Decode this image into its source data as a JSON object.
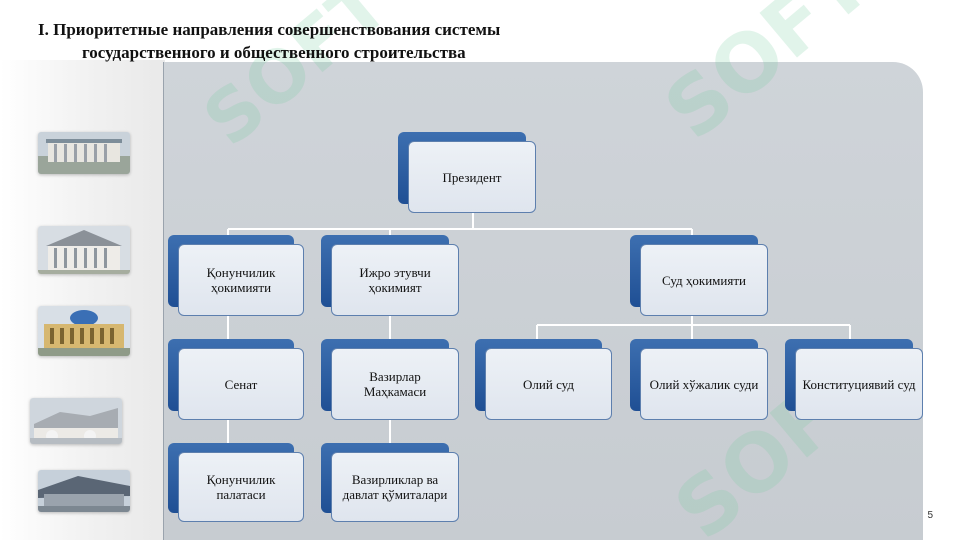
{
  "title": {
    "line1": "I. Приоритетные направления совершенствования системы",
    "line2": "государственного и общественного строительства"
  },
  "watermark": "SOFT",
  "nodes": {
    "president": "Президент",
    "legislative": "Қонунчилик ҳокимияти",
    "executive": "Ижро этувчи ҳокимият",
    "judicial": "Суд ҳокимияти",
    "senate": "Сенат",
    "cabinet": "Вазирлар Маҳкамаси",
    "supreme_court": "Олий суд",
    "economic_court": "Олий хўжалик суди",
    "constitutional_court": "Конституциявий суд",
    "legislative_chamber": "Қонунчилик палатаси",
    "ministries": "Вазирликлар ва давлат қўмиталари"
  },
  "page_number": "5",
  "colors": {
    "node_back": "#2a5ba0",
    "node_front": "#e6ebf2",
    "connector": "#ffffff",
    "panel": "#cbd0d5"
  }
}
